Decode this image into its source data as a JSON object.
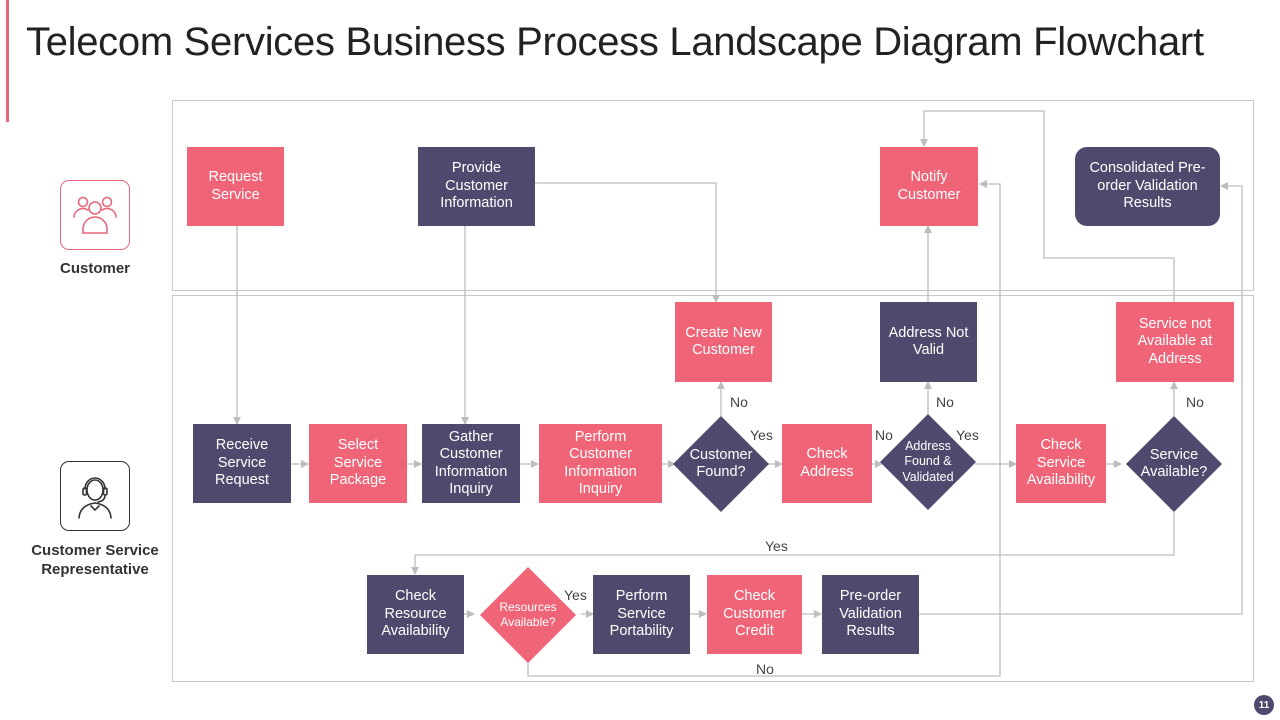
{
  "title": "Telecom Services Business Process Landscape Diagram Flowchart",
  "page_number": "11",
  "colors": {
    "pink": "#ef6577",
    "navy": "#4e4a6e",
    "accent": "#e8677a",
    "line": "#bdbdbd"
  },
  "lanes": [
    {
      "label": "Customer",
      "icon": "customer-group-icon"
    },
    {
      "label": "Customer Service Representative",
      "icon": "headset-agent-icon"
    }
  ],
  "nodes": {
    "request_service": "Request Service",
    "provide_customer_information": "Provide Customer Information",
    "notify_customer": "Notify Customer",
    "consolidated_results": "Consolidated Pre-order Validation Results",
    "create_new_customer": "Create New Customer",
    "address_not_valid": "Address Not Valid",
    "service_not_available": "Service not Available at Address",
    "receive_service_request": "Receive Service Request",
    "select_service_package": "Select Service Package",
    "gather_customer_information": "Gather Customer Information Inquiry",
    "perform_customer_information": "Perform Customer Information Inquiry",
    "customer_found": "Customer Found?",
    "check_address": "Check Address",
    "address_found_validated": "Address Found & Validated",
    "check_service_availability": "Check Service Availability",
    "service_available": "Service Available?",
    "check_resource_availability": "Check Resource Availability",
    "resources_available": "Resources Available?",
    "perform_service_portability": "Perform Service Portability",
    "check_customer_credit": "Check Customer Credit",
    "preorder_validation_results": "Pre-order Validation Results"
  },
  "edge_labels": {
    "no_create_customer": "No",
    "yes_customer_found": "Yes",
    "no_check_address": "No",
    "no_address_not_valid": "No",
    "yes_address_valid": "Yes",
    "no_service_not_available": "No",
    "yes_service_available": "Yes",
    "yes_resources_available": "Yes",
    "no_resources_available": "No"
  }
}
